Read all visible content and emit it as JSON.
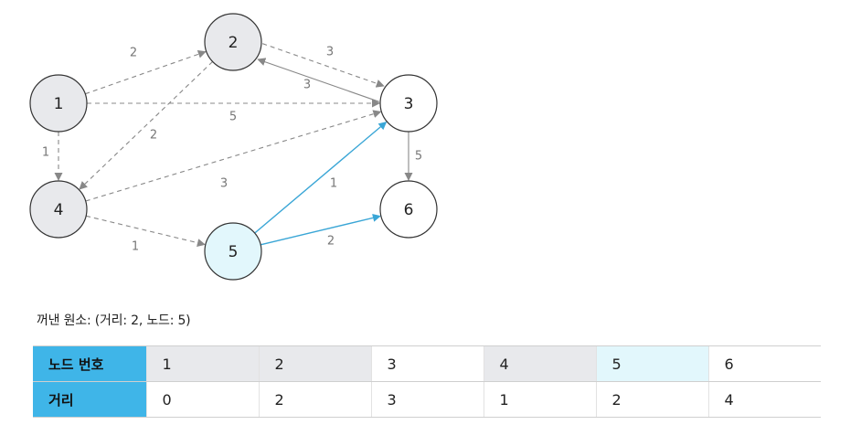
{
  "graph": {
    "nodes": [
      {
        "id": "1",
        "label": "1",
        "state": "visited"
      },
      {
        "id": "2",
        "label": "2",
        "state": "visited"
      },
      {
        "id": "3",
        "label": "3",
        "state": "unvisited"
      },
      {
        "id": "4",
        "label": "4",
        "state": "visited"
      },
      {
        "id": "5",
        "label": "5",
        "state": "current"
      },
      {
        "id": "6",
        "label": "6",
        "state": "unvisited"
      }
    ],
    "edges": [
      {
        "from": "1",
        "to": "2",
        "weight": "2",
        "style": "dashed"
      },
      {
        "from": "1",
        "to": "3",
        "weight": "5",
        "style": "dashed"
      },
      {
        "from": "1",
        "to": "4",
        "weight": "1",
        "style": "dashed"
      },
      {
        "from": "2",
        "to": "3",
        "weight": "3",
        "style": "dashed"
      },
      {
        "from": "2",
        "to": "4",
        "weight": "2",
        "style": "dashed"
      },
      {
        "from": "3",
        "to": "2",
        "weight": "3",
        "style": "solid"
      },
      {
        "from": "3",
        "to": "6",
        "weight": "5",
        "style": "solid"
      },
      {
        "from": "4",
        "to": "3",
        "weight": "3",
        "style": "dashed"
      },
      {
        "from": "4",
        "to": "5",
        "weight": "1",
        "style": "dashed"
      },
      {
        "from": "5",
        "to": "3",
        "weight": "1",
        "style": "highlight"
      },
      {
        "from": "5",
        "to": "6",
        "weight": "2",
        "style": "highlight"
      }
    ]
  },
  "colors": {
    "visited_fill": "#e8e9ec",
    "current_fill": "#e2f7fc",
    "unvisited_fill": "#ffffff",
    "edge_gray": "#888888",
    "edge_highlight": "#3aa6d6",
    "table_header": "#3fb5e8"
  },
  "caption": "꺼낸 원소: (거리: 2, 노드: 5)",
  "table": {
    "row_headers": [
      "노드 번호",
      "거리"
    ],
    "nodes": [
      "1",
      "2",
      "3",
      "4",
      "5",
      "6"
    ],
    "distances": [
      "0",
      "2",
      "3",
      "1",
      "2",
      "4"
    ],
    "states": [
      "visited",
      "visited",
      "unvisited",
      "visited",
      "current",
      "unvisited"
    ]
  }
}
